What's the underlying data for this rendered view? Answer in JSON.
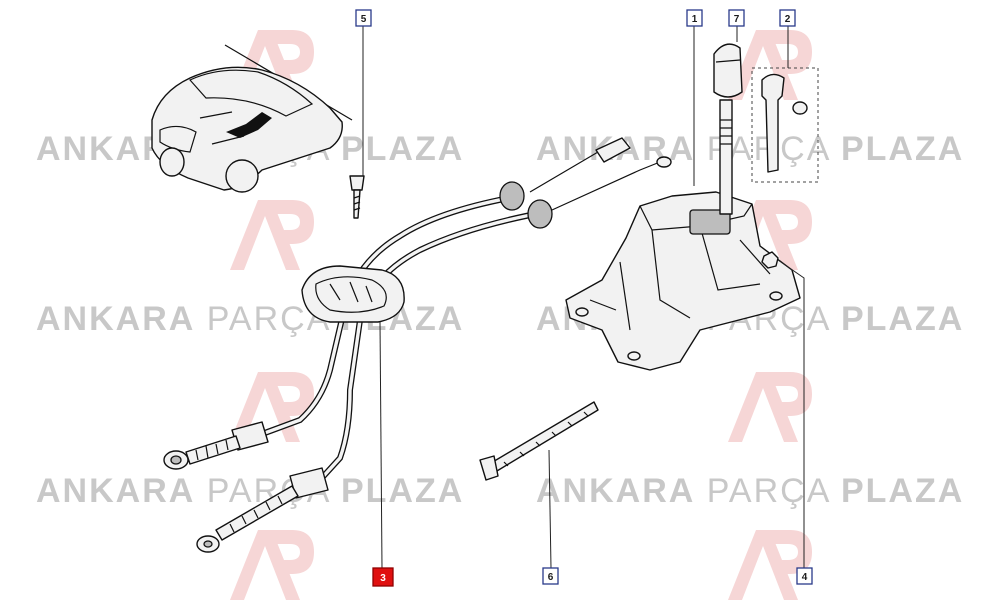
{
  "watermark": {
    "bold_word": "ANKARA",
    "light_word": "PARÇA",
    "bold_word_2": "PLAZA",
    "logo_letters": "AP"
  },
  "callouts": [
    {
      "id": "1",
      "highlight": false
    },
    {
      "id": "2",
      "highlight": false
    },
    {
      "id": "3",
      "highlight": true
    },
    {
      "id": "4",
      "highlight": false
    },
    {
      "id": "5",
      "highlight": false
    },
    {
      "id": "6",
      "highlight": false
    },
    {
      "id": "7",
      "highlight": false
    }
  ],
  "colors": {
    "highlight": "#e01010",
    "callout_border": "#2a3a8a",
    "watermark": "#c8c8c8",
    "logo_watermark": "#f6d6d6"
  }
}
